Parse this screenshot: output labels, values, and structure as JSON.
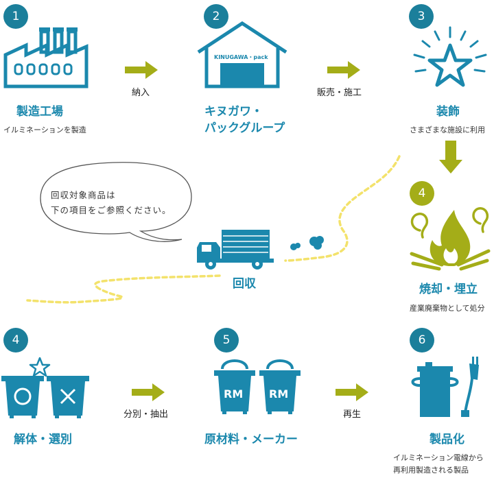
{
  "steps": {
    "factory": {
      "number": "1",
      "title": "製造工場",
      "desc": "イルミネーションを製造"
    },
    "kinugawa": {
      "number": "2",
      "title_line1": "キヌガワ・",
      "title_line2": "パックグループ",
      "logo": "KINUGAWA・pack"
    },
    "decoration": {
      "number": "3",
      "title": "装飾",
      "desc": "さまざまな施設に利用"
    },
    "incineration": {
      "number": "4",
      "title": "焼却・埋立",
      "desc": "産業廃棄物として処分"
    },
    "dismantle": {
      "number": "4",
      "title": "解体・選別"
    },
    "raw_material": {
      "number": "5",
      "title": "原材料・メーカー",
      "bin_label": "RM"
    },
    "product": {
      "number": "6",
      "title": "製品化",
      "desc_line1": "イルミネーション電線から",
      "desc_line2": "再利用製造される製品"
    }
  },
  "arrows": {
    "a1": "納入",
    "a2": "販売・施工",
    "a3": "分別・抽出",
    "a4": "再生"
  },
  "collection": {
    "label": "回収"
  },
  "bubble": {
    "line1": "回収対象商品は",
    "line2": "下の項目をご参照ください。"
  },
  "colors": {
    "teal": "#1b88ad",
    "dark_teal": "#1b7f9b",
    "olive": "#a4ad18",
    "yellow": "#f3e26b"
  }
}
